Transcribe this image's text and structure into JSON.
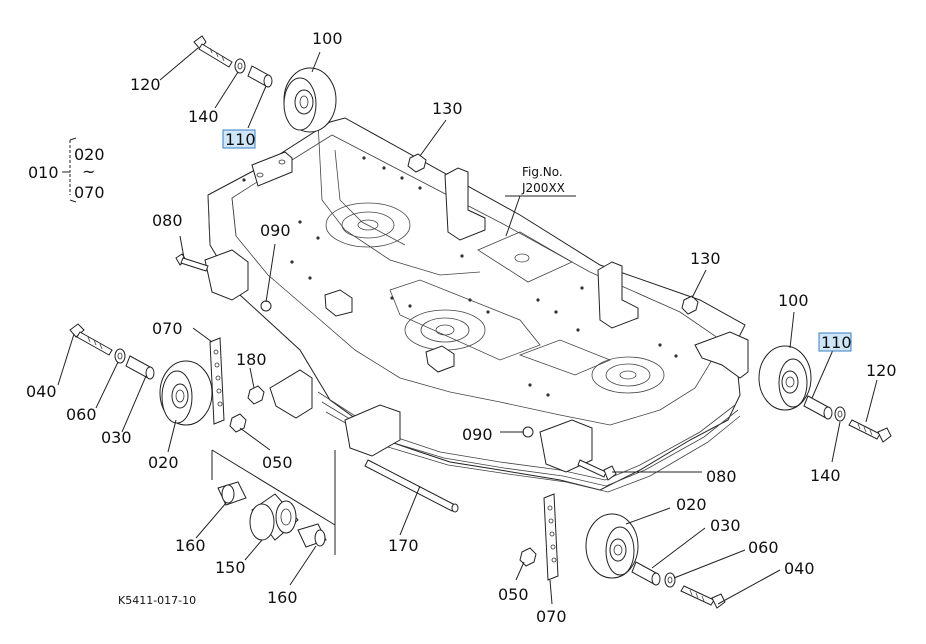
{
  "diagram": {
    "figure_label": "Fig.No.",
    "figure_number": "J200XX",
    "drawing_id": "K5411-017-10",
    "group": {
      "parent": "010",
      "from": "020",
      "tilde": "~",
      "to": "070"
    },
    "highlight_color": "#cfe6f7",
    "callouts": [
      {
        "id": "c100a",
        "text": "100"
      },
      {
        "id": "c120a",
        "text": "120"
      },
      {
        "id": "c140a",
        "text": "140"
      },
      {
        "id": "c110a",
        "text": "110",
        "highlighted": true
      },
      {
        "id": "c130a",
        "text": "130"
      },
      {
        "id": "c080a",
        "text": "080"
      },
      {
        "id": "c090a",
        "text": "090"
      },
      {
        "id": "c070a",
        "text": "070"
      },
      {
        "id": "c180",
        "text": "180"
      },
      {
        "id": "c040a",
        "text": "040"
      },
      {
        "id": "c060a",
        "text": "060"
      },
      {
        "id": "c030a",
        "text": "030"
      },
      {
        "id": "c020a",
        "text": "020"
      },
      {
        "id": "c050a",
        "text": "050"
      },
      {
        "id": "c160a",
        "text": "160"
      },
      {
        "id": "c150",
        "text": "150"
      },
      {
        "id": "c160b",
        "text": "160"
      },
      {
        "id": "c170",
        "text": "170"
      },
      {
        "id": "c090b",
        "text": "090"
      },
      {
        "id": "c080b",
        "text": "080"
      },
      {
        "id": "c130b",
        "text": "130"
      },
      {
        "id": "c100b",
        "text": "100"
      },
      {
        "id": "c110b",
        "text": "110",
        "highlighted": true
      },
      {
        "id": "c120b",
        "text": "120"
      },
      {
        "id": "c140b",
        "text": "140"
      },
      {
        "id": "c020b",
        "text": "020"
      },
      {
        "id": "c030b",
        "text": "030"
      },
      {
        "id": "c060b",
        "text": "060"
      },
      {
        "id": "c040b",
        "text": "040"
      },
      {
        "id": "c050b",
        "text": "050"
      },
      {
        "id": "c070b",
        "text": "070"
      }
    ]
  }
}
